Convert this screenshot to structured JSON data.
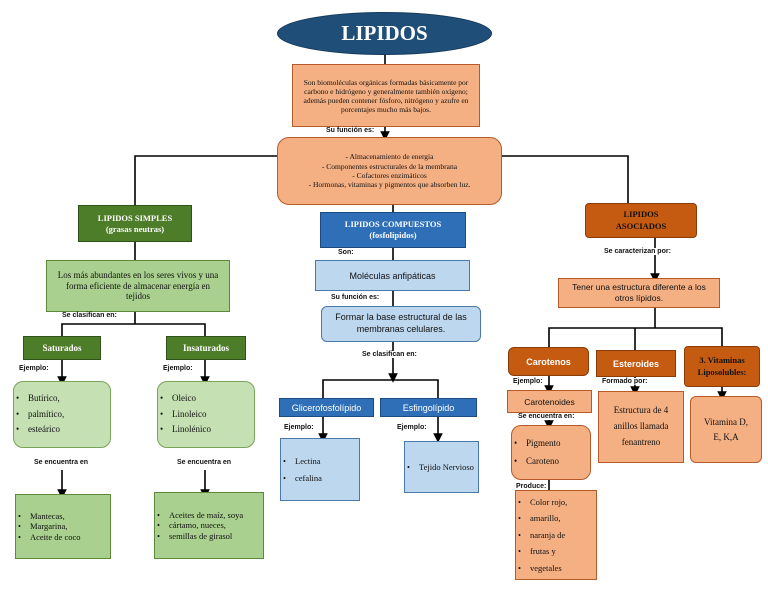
{
  "title": "LIPIDOS",
  "definition": "Son biomoléculas orgánicas formadas básicamente por carbono e hidrógeno y generalmente también oxígeno; además pueden contener fósforo, nitrógeno y azufre en porcentajes mucho más bajos.",
  "label_funcion": "Su función es:",
  "functions": "- Almacenamiento de energía\n- Componentes estructurales de la membrana\n- Cofactores enzimáticos\n- Hormonas, vitaminas y pigmentos que absorben luz.",
  "simples": {
    "title": "LIPIDOS SIMPLES\n(grasas neutras)",
    "desc": "Los más abundantes en los seres vivos y una forma eficiente de almacenar energía en tejidos",
    "label_clasifican": "Se clasifican en:",
    "saturados": {
      "title": "Saturados",
      "label_ejemplo": "Ejemplo:",
      "items": [
        "Butírico,",
        "palmítico,",
        "esteárico"
      ],
      "label_encuentra": "Se encuentra en",
      "found": [
        "Mantecas,",
        "Margarina,",
        "Aceite de coco"
      ]
    },
    "insaturados": {
      "title": "Insaturados",
      "label_ejemplo": "Ejemplo:",
      "items": [
        "Oleico",
        "Linoleico",
        "Linolénico"
      ],
      "label_encuentra": "Se encuentra en",
      "found": [
        "Aceites de maíz, soya",
        "cártamo, nueces,",
        "semillas de girasol"
      ]
    }
  },
  "compuestos": {
    "title": "LIPIDOS COMPUESTOS\n(fosfolípidos)",
    "label_son": "Son:",
    "desc": "Moléculas anfipáticas",
    "label_funcion": "Su función es:",
    "funcion": "Formar la base estructural de las membranas celulares.",
    "label_clasifican": "Se clasifican en:",
    "glicero": {
      "title": "Glicerofosfolípido",
      "label_ejemplo": "Ejemplo:",
      "items": [
        "Lectina",
        "cefalina"
      ]
    },
    "esfingo": {
      "title": "Esfingolípido",
      "label_ejemplo": "Ejemplo:",
      "items": [
        "Tejido Nervioso"
      ]
    }
  },
  "asociados": {
    "title": "LIPIDOS\nASOCIADOS",
    "label_caracterizan": "Se caracterizan por:",
    "desc": "Tener una estructura diferente a los otros lípidos.",
    "carotenos": {
      "title": "Carotenos",
      "label_ejemplo": "Ejemplo:",
      "example": "Carotenoides",
      "label_encuentra": "Se encuentra en:",
      "items": [
        "Pigmento",
        "Caroteno"
      ],
      "label_produce": "Produce:",
      "produce": [
        "Color rojo,",
        "amarillo,",
        "naranja de",
        "frutas y",
        "vegetales"
      ]
    },
    "esteroides": {
      "title": "Esteroides",
      "label_formado": "Formado por:",
      "desc": "Estructura de 4 anillos llamada fenantreno"
    },
    "vitaminas": {
      "title": "3. Vitaminas\nLiposolubles:",
      "desc": "Vitamina D, E, K,A"
    }
  }
}
